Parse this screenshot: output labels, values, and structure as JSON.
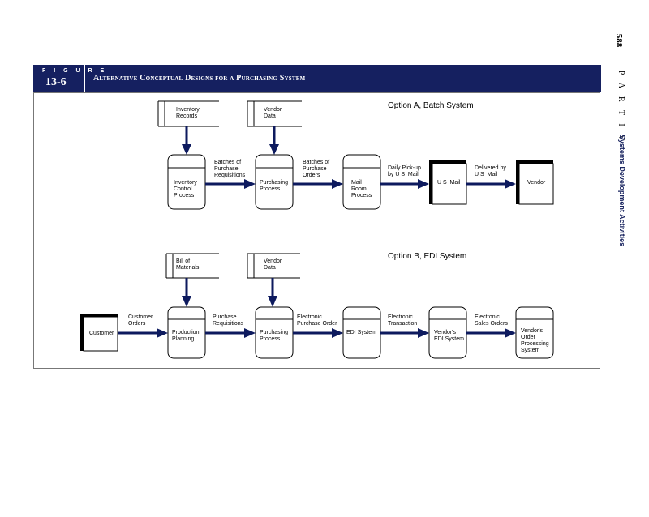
{
  "page": {
    "number": "588",
    "part": "P A R T  I V",
    "section": "Systems Development Activities"
  },
  "figure": {
    "label": "F I G U R E",
    "number": "13-6",
    "title": "Alternative Conceptual Designs for a Purchasing System"
  },
  "colors": {
    "navy": "#152060",
    "arrow": "#0d1a5e"
  },
  "optionA": {
    "title": "Option A, Batch System",
    "stores": [
      "Inventory\nRecords",
      "Vendor\nData"
    ],
    "processes": [
      "Inventory\nControl\nProcess",
      "Purchasing\nProcess",
      "Mail\nRoom\nProcess"
    ],
    "entities": [
      "U S  Mail",
      "Vendor"
    ],
    "flows": [
      "Batches of\nPurchase\nRequisitions",
      "Batches of\nPurchase\nOrders",
      "Daily Pick-up\nby U S  Mail",
      "Delivered by\nU S  Mail"
    ]
  },
  "optionB": {
    "title": "Option B, EDI System",
    "stores": [
      "Bill of\nMaterials",
      "Vendor\nData"
    ],
    "entities": [
      "Customer"
    ],
    "processes": [
      "Production\nPlanning",
      "Purchasing\nProcess",
      "EDI System",
      "Vendor's\nEDI System",
      "Vendor's\nOrder\nProcessing\nSystem"
    ],
    "flows": [
      "Customer\nOrders",
      "Purchase\nRequisitions",
      "Electronic\nPurchase Order",
      "Electronic\nTransaction",
      "Electronic\nSales Orders"
    ]
  }
}
